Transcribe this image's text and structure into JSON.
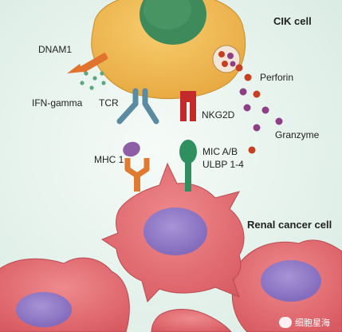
{
  "labels": {
    "cik_cell": "CIK cell",
    "dnam1": "DNAM1",
    "perforin": "Perforin",
    "ifn_gamma": "IFN-gamma",
    "tcr": "TCR",
    "nkg2d": "NKG2D",
    "granzyme": "Granzyme",
    "mhc1": "MHC 1",
    "mic_ab": "MIC A/B",
    "ulbp": "ULBP 1-4",
    "renal_cancer_cell": "Renal cancer cell"
  },
  "watermark": {
    "text": "细胞星海"
  },
  "colors": {
    "background": "#eef6f2",
    "cik_body": "#f0b84b",
    "cik_nucleus": "#3f8a5a",
    "cancer_body": "#e46f73",
    "cancer_nucleus": "#8f76c4",
    "dnam1": "#e0742f",
    "tcr": "#5b8aa3",
    "nkg2d": "#c52a2a",
    "mhc1": "#e07a30",
    "mic": "#2f8f5e",
    "perforin": "#c6401f",
    "granzyme": "#8e3f86",
    "ifn_gamma": "#5ba77f"
  }
}
